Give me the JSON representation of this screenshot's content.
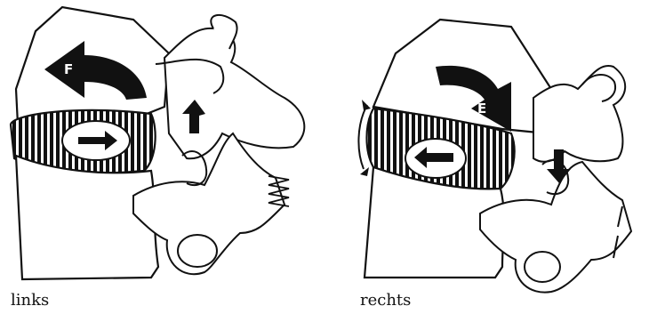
{
  "figure": {
    "left": {
      "caption": "links",
      "motion_label": "F",
      "disc_arrow_direction": "right",
      "joint_arrow_direction": "up"
    },
    "right": {
      "caption": "rechts",
      "motion_label": "E",
      "disc_arrow_direction": "left",
      "joint_arrow_direction": "down"
    }
  }
}
